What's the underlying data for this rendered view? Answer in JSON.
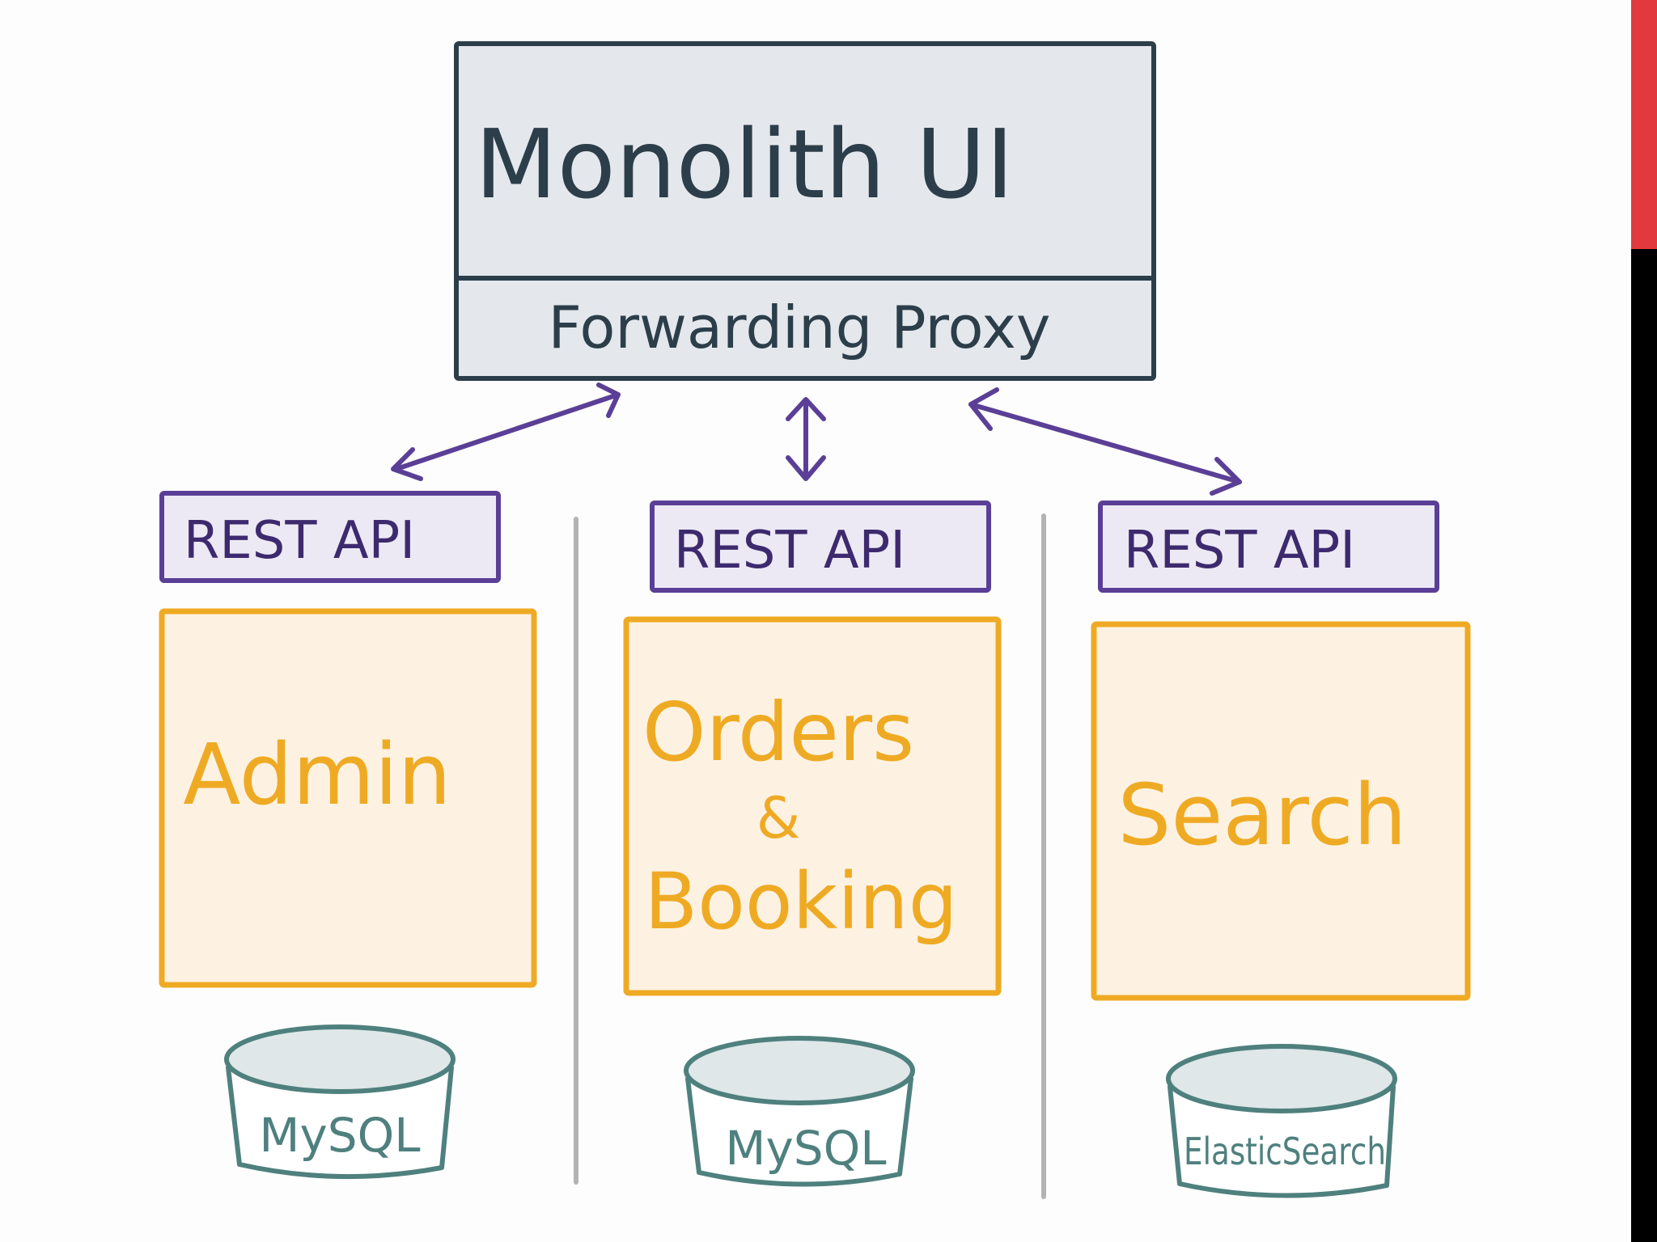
{
  "monolith": {
    "title": "Monolith UI",
    "proxy_label": "Forwarding Proxy"
  },
  "services": [
    {
      "api_label": "REST API",
      "service_lines": [
        "Admin"
      ],
      "db_label": "MySQL"
    },
    {
      "api_label": "REST API",
      "service_lines": [
        "Orders",
        "&",
        "Booking"
      ],
      "db_label": "MySQL"
    },
    {
      "api_label": "REST API",
      "service_lines": [
        "Search"
      ],
      "db_label": "ElasticSearch"
    }
  ],
  "colors": {
    "monolith_stroke": "#2c3e4a",
    "monolith_fill": "#e4e8ec",
    "arrow": "#5b3f96",
    "api_stroke": "#5b3f96",
    "api_fill": "#ece9f4",
    "service_stroke": "#efaa24",
    "service_fill": "#fdf2e2",
    "service_text": "#efaa24",
    "db_stroke": "#4e807e",
    "db_fill": "#dfe7e9",
    "divider": "#b3b3b3",
    "accent": "#e2393f"
  }
}
